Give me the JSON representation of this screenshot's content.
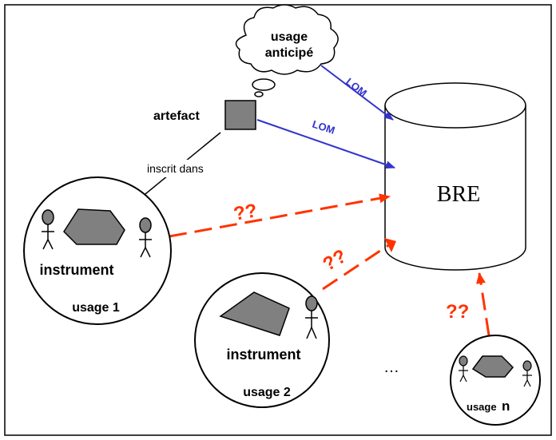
{
  "labels": {
    "cloud_line1": "usage",
    "cloud_line2": "anticipé",
    "artefact": "artefact",
    "inscrit_dans": "inscrit dans",
    "database": "BRE",
    "lom": "LOM",
    "unknown": "??",
    "instrument": "instrument",
    "usage_1": "usage 1",
    "usage_2": "usage 2",
    "usage_n_prefix": "usage",
    "usage_n_suffix": "n",
    "ellipsis": "…"
  },
  "colors": {
    "lom_arrow": "#3333cc",
    "unknown_arrow": "#ff3300",
    "shape_fill": "#808080",
    "stroke": "#000000",
    "frame": "#000000"
  }
}
